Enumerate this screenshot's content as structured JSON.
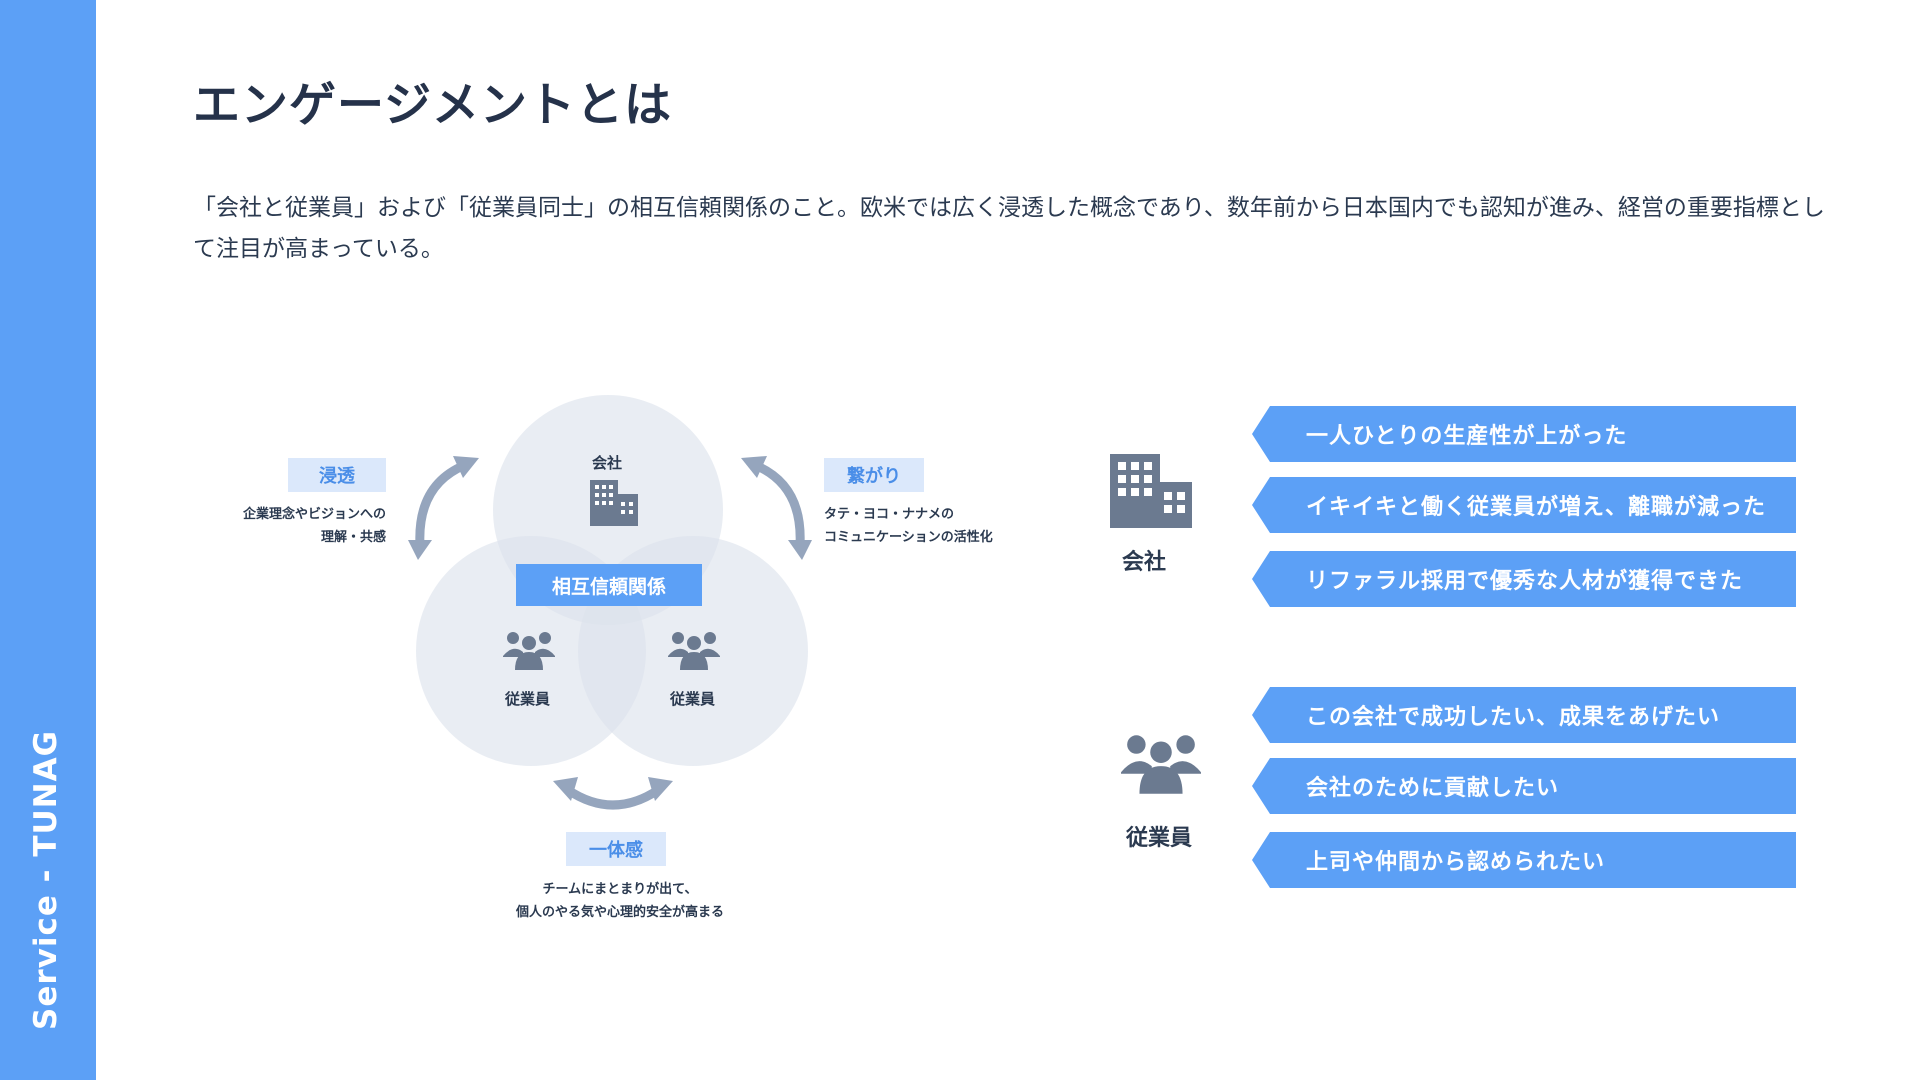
{
  "sidebar": {
    "label": "Service - TUNAG"
  },
  "title": "エンゲージメントとは",
  "description": "「会社と従業員」および「従業員同士」の相互信頼関係のこと。欧米では広く浸透した概念であり、数年前から日本国内でも認知が進み、経営の重要指標として注目が高まっている。",
  "diagram": {
    "company": "会社",
    "employee_left": "従業員",
    "employee_right": "従業員",
    "center": "相互信頼関係",
    "tags": {
      "penetration": {
        "label": "浸透",
        "caption": [
          "企業理念やビジョンへの",
          "理解・共感"
        ]
      },
      "connection": {
        "label": "繋がり",
        "caption": [
          "タテ・ヨコ・ナナメの",
          "コミュニケーションの活性化"
        ]
      },
      "unity": {
        "label": "一体感",
        "caption": [
          "チームにまとまりが出て、",
          "個人のやる気や心理的安全が高まる"
        ]
      }
    }
  },
  "outcomes": {
    "company_label": "会社",
    "company_items": [
      "一人ひとりの生産性が上がった",
      "イキイキと働く従業員が増え、離職が減った",
      "リファラル採用で優秀な人材が獲得できた"
    ],
    "employee_label": "従業員",
    "employee_items": [
      "この会社で成功したい、成果をあげたい",
      "会社のために貢献したい",
      "上司や仲間から認められたい"
    ]
  },
  "colors": {
    "accent": "#5ca0f6",
    "tag_bg": "#dbe8fb",
    "icon": "#6b7a90",
    "arrow": "#95a5bd"
  }
}
